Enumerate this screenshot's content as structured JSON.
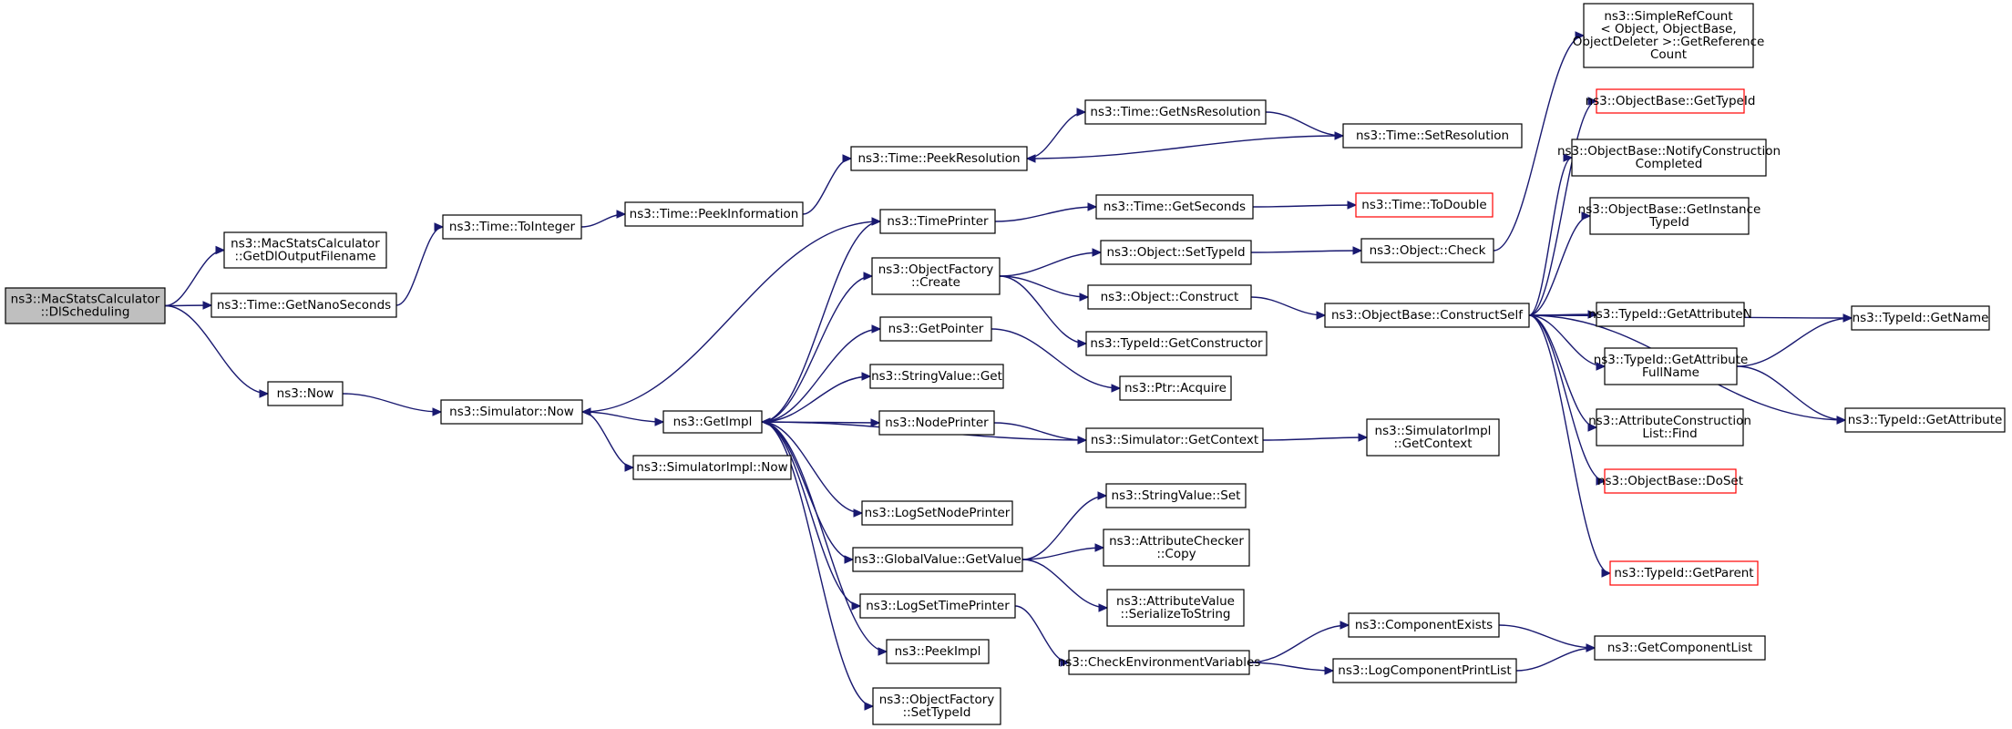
{
  "diagram": {
    "nodes": [
      {
        "id": "dl_sched",
        "lines": [
          "ns3::MacStatsCalculator",
          "::DlScheduling"
        ],
        "style": "root"
      },
      {
        "id": "get_dl_out",
        "lines": [
          "ns3::MacStatsCalculator",
          "::GetDlOutputFilename"
        ]
      },
      {
        "id": "get_nano",
        "lines": [
          "ns3::Time::GetNanoSeconds"
        ]
      },
      {
        "id": "now",
        "lines": [
          "ns3::Now"
        ]
      },
      {
        "id": "to_integer",
        "lines": [
          "ns3::Time::ToInteger"
        ]
      },
      {
        "id": "sim_now",
        "lines": [
          "ns3::Simulator::Now"
        ]
      },
      {
        "id": "peek_info",
        "lines": [
          "ns3::Time::PeekInformation"
        ]
      },
      {
        "id": "get_impl",
        "lines": [
          "ns3::GetImpl"
        ]
      },
      {
        "id": "simimpl_now",
        "lines": [
          "ns3::SimulatorImpl::Now"
        ]
      },
      {
        "id": "peek_res",
        "lines": [
          "ns3::Time::PeekResolution"
        ]
      },
      {
        "id": "time_printer",
        "lines": [
          "ns3::TimePrinter"
        ]
      },
      {
        "id": "of_create",
        "lines": [
          "ns3::ObjectFactory",
          "::Create"
        ]
      },
      {
        "id": "get_pointer",
        "lines": [
          "ns3::GetPointer"
        ]
      },
      {
        "id": "sv_get",
        "lines": [
          "ns3::StringValue::Get"
        ]
      },
      {
        "id": "node_printer",
        "lines": [
          "ns3::NodePrinter"
        ]
      },
      {
        "id": "log_set_node",
        "lines": [
          "ns3::LogSetNodePrinter"
        ]
      },
      {
        "id": "gv_get",
        "lines": [
          "ns3::GlobalValue::GetValue"
        ]
      },
      {
        "id": "log_set_time",
        "lines": [
          "ns3::LogSetTimePrinter"
        ]
      },
      {
        "id": "peek_impl",
        "lines": [
          "ns3::PeekImpl"
        ]
      },
      {
        "id": "of_settype",
        "lines": [
          "ns3::ObjectFactory",
          "::SetTypeId"
        ]
      },
      {
        "id": "get_ns_res",
        "lines": [
          "ns3::Time::GetNsResolution"
        ]
      },
      {
        "id": "set_res",
        "lines": [
          "ns3::Time::SetResolution"
        ]
      },
      {
        "id": "get_seconds",
        "lines": [
          "ns3::Time::GetSeconds"
        ]
      },
      {
        "id": "to_double",
        "lines": [
          "ns3::Time::ToDouble"
        ],
        "style": "truncated"
      },
      {
        "id": "obj_settype",
        "lines": [
          "ns3::Object::SetTypeId"
        ]
      },
      {
        "id": "obj_construct",
        "lines": [
          "ns3::Object::Construct"
        ]
      },
      {
        "id": "tid_getctor",
        "lines": [
          "ns3::TypeId::GetConstructor"
        ]
      },
      {
        "id": "ptr_acquire",
        "lines": [
          "ns3::Ptr::Acquire"
        ]
      },
      {
        "id": "sim_getctx",
        "lines": [
          "ns3::Simulator::GetContext"
        ]
      },
      {
        "id": "sv_set",
        "lines": [
          "ns3::StringValue::Set"
        ]
      },
      {
        "id": "ac_copy",
        "lines": [
          "ns3::AttributeChecker",
          "::Copy"
        ]
      },
      {
        "id": "av_ser",
        "lines": [
          "ns3::AttributeValue",
          "::SerializeToString"
        ]
      },
      {
        "id": "check_env",
        "lines": [
          "ns3::CheckEnvironmentVariables"
        ]
      },
      {
        "id": "obj_check",
        "lines": [
          "ns3::Object::Check"
        ]
      },
      {
        "id": "ob_construct_self",
        "lines": [
          "ns3::ObjectBase::ConstructSelf"
        ]
      },
      {
        "id": "simimpl_getctx",
        "lines": [
          "ns3::SimulatorImpl",
          "::GetContext"
        ]
      },
      {
        "id": "comp_exists",
        "lines": [
          "ns3::ComponentExists"
        ]
      },
      {
        "id": "log_comp_print",
        "lines": [
          "ns3::LogComponentPrintList"
        ]
      },
      {
        "id": "simple_refcount",
        "lines": [
          "ns3::SimpleRefCount",
          "< Object, ObjectBase,",
          "ObjectDeleter >::GetReference",
          "Count"
        ]
      },
      {
        "id": "ob_gettypeid",
        "lines": [
          "ns3::ObjectBase::GetTypeId"
        ],
        "style": "truncated"
      },
      {
        "id": "ob_notify",
        "lines": [
          "ns3::ObjectBase::NotifyConstruction",
          "Completed"
        ]
      },
      {
        "id": "ob_getinst",
        "lines": [
          "ns3::ObjectBase::GetInstance",
          "TypeId"
        ]
      },
      {
        "id": "tid_getattrn",
        "lines": [
          "ns3::TypeId::GetAttributeN"
        ]
      },
      {
        "id": "tid_getattrfull",
        "lines": [
          "ns3::TypeId::GetAttribute",
          "FullName"
        ]
      },
      {
        "id": "acl_find",
        "lines": [
          "ns3::AttributeConstruction",
          "List::Find"
        ]
      },
      {
        "id": "ob_doset",
        "lines": [
          "ns3::ObjectBase::DoSet"
        ],
        "style": "truncated"
      },
      {
        "id": "tid_getparent",
        "lines": [
          "ns3::TypeId::GetParent"
        ],
        "style": "truncated"
      },
      {
        "id": "get_comp_list",
        "lines": [
          "ns3::GetComponentList"
        ]
      },
      {
        "id": "tid_getname",
        "lines": [
          "ns3::TypeId::GetName"
        ]
      },
      {
        "id": "tid_getattr",
        "lines": [
          "ns3::TypeId::GetAttribute"
        ]
      }
    ],
    "edges": [
      [
        "dl_sched",
        "get_dl_out"
      ],
      [
        "dl_sched",
        "get_nano"
      ],
      [
        "dl_sched",
        "now"
      ],
      [
        "get_nano",
        "to_integer"
      ],
      [
        "now",
        "sim_now"
      ],
      [
        "to_integer",
        "peek_info"
      ],
      [
        "peek_info",
        "peek_res"
      ],
      [
        "peek_res",
        "get_ns_res"
      ],
      [
        "get_ns_res",
        "set_res"
      ],
      [
        "set_res",
        "peek_res"
      ],
      [
        "sim_now",
        "get_impl"
      ],
      [
        "sim_now",
        "simimpl_now"
      ],
      [
        "get_impl",
        "time_printer"
      ],
      [
        "get_impl",
        "of_create"
      ],
      [
        "get_impl",
        "get_pointer"
      ],
      [
        "get_impl",
        "sv_get"
      ],
      [
        "get_impl",
        "node_printer"
      ],
      [
        "get_impl",
        "log_set_node"
      ],
      [
        "get_impl",
        "gv_get"
      ],
      [
        "get_impl",
        "log_set_time"
      ],
      [
        "get_impl",
        "peek_impl"
      ],
      [
        "get_impl",
        "of_settype"
      ],
      [
        "time_printer",
        "sim_now"
      ],
      [
        "time_printer",
        "get_seconds"
      ],
      [
        "get_seconds",
        "to_double"
      ],
      [
        "of_create",
        "obj_settype"
      ],
      [
        "of_create",
        "obj_construct"
      ],
      [
        "of_create",
        "tid_getctor"
      ],
      [
        "get_pointer",
        "ptr_acquire"
      ],
      [
        "node_printer",
        "sim_getctx"
      ],
      [
        "sim_getctx",
        "get_impl"
      ],
      [
        "sim_getctx",
        "simimpl_getctx"
      ],
      [
        "gv_get",
        "sv_set"
      ],
      [
        "gv_get",
        "ac_copy"
      ],
      [
        "gv_get",
        "av_ser"
      ],
      [
        "log_set_time",
        "check_env"
      ],
      [
        "check_env",
        "comp_exists"
      ],
      [
        "check_env",
        "log_comp_print"
      ],
      [
        "comp_exists",
        "get_comp_list"
      ],
      [
        "log_comp_print",
        "get_comp_list"
      ],
      [
        "obj_settype",
        "obj_check"
      ],
      [
        "obj_construct",
        "ob_construct_self"
      ],
      [
        "obj_check",
        "simple_refcount"
      ],
      [
        "ob_construct_self",
        "ob_gettypeid"
      ],
      [
        "ob_construct_self",
        "ob_notify"
      ],
      [
        "ob_construct_self",
        "ob_getinst"
      ],
      [
        "ob_construct_self",
        "tid_getname"
      ],
      [
        "ob_construct_self",
        "tid_getattrn"
      ],
      [
        "ob_construct_self",
        "tid_getattrfull"
      ],
      [
        "ob_construct_self",
        "acl_find"
      ],
      [
        "ob_construct_self",
        "ob_doset"
      ],
      [
        "ob_construct_self",
        "tid_getattr"
      ],
      [
        "ob_construct_self",
        "tid_getparent"
      ],
      [
        "tid_getattrfull",
        "tid_getname"
      ],
      [
        "tid_getattrfull",
        "tid_getattr"
      ]
    ]
  }
}
